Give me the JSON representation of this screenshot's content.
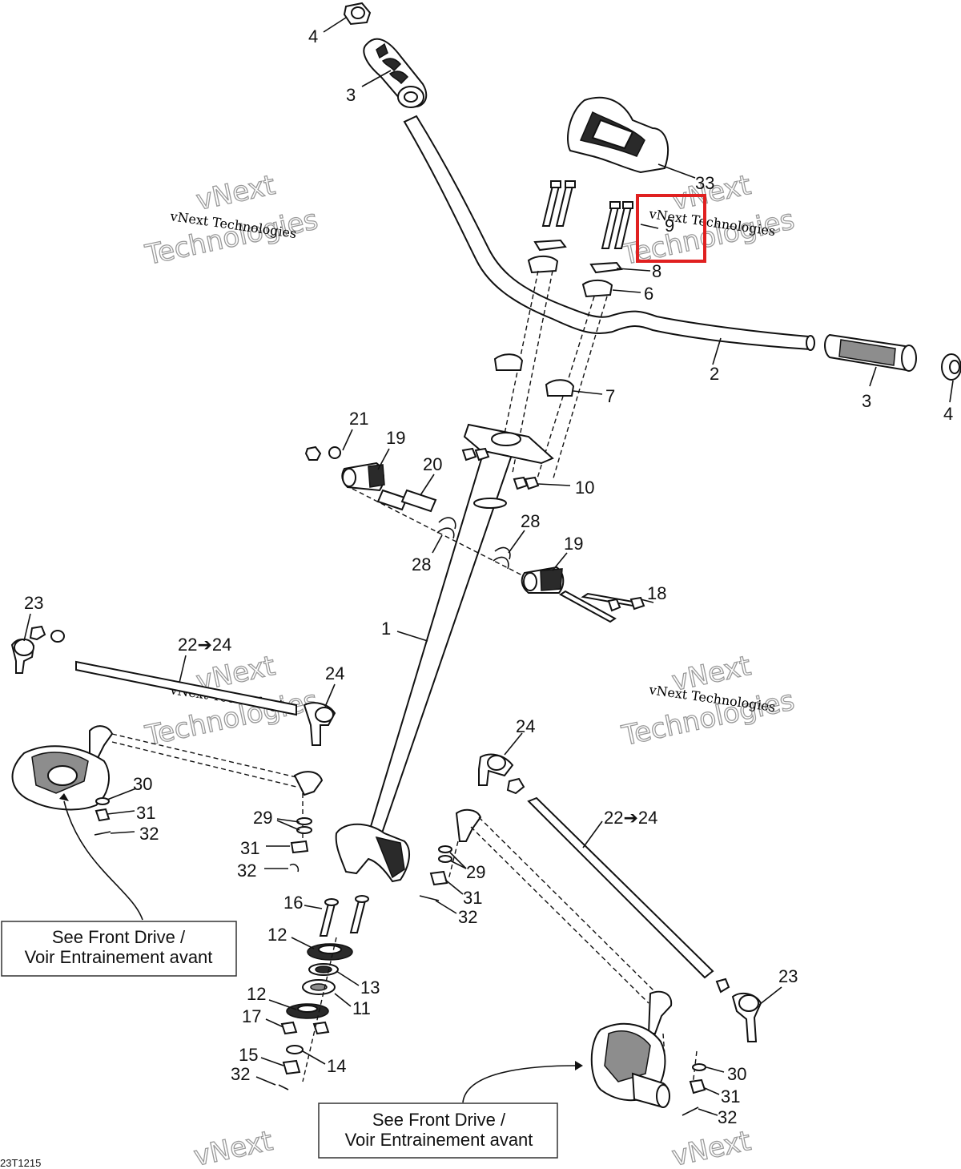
{
  "diagram_code": "23T1215",
  "watermark": {
    "line1": "vNext Technologies",
    "big1": "vNext",
    "big2": "Technologies"
  },
  "reference_box": {
    "line1": "See Front Drive /",
    "line2": "Voir Entrainement avant"
  },
  "callouts": {
    "c1": "1",
    "c2": "2",
    "c3a": "3",
    "c3b": "3",
    "c4a": "4",
    "c4b": "4",
    "c6": "6",
    "c7": "7",
    "c8": "8",
    "c9": "9",
    "c10": "10",
    "c11": "11",
    "c12a": "12",
    "c12b": "12",
    "c13": "13",
    "c14": "14",
    "c15": "15",
    "c16": "16",
    "c17": "17",
    "c18": "18",
    "c19a": "19",
    "c19b": "19",
    "c20": "20",
    "c21": "21",
    "c22a": "22➔24",
    "c22b": "22➔24",
    "c23a": "23",
    "c23b": "23",
    "c24a": "24",
    "c24b": "24",
    "c28a": "28",
    "c28b": "28",
    "c29a": "29",
    "c29b": "29",
    "c30a": "30",
    "c30b": "30",
    "c31a": "31",
    "c31b": "31",
    "c31c": "31",
    "c32a": "32",
    "c32b": "32",
    "c32c": "32",
    "c32d": "32",
    "c32e": "32",
    "c33": "33"
  },
  "highlight": {
    "target_callout": "9",
    "color": "#e02020"
  }
}
